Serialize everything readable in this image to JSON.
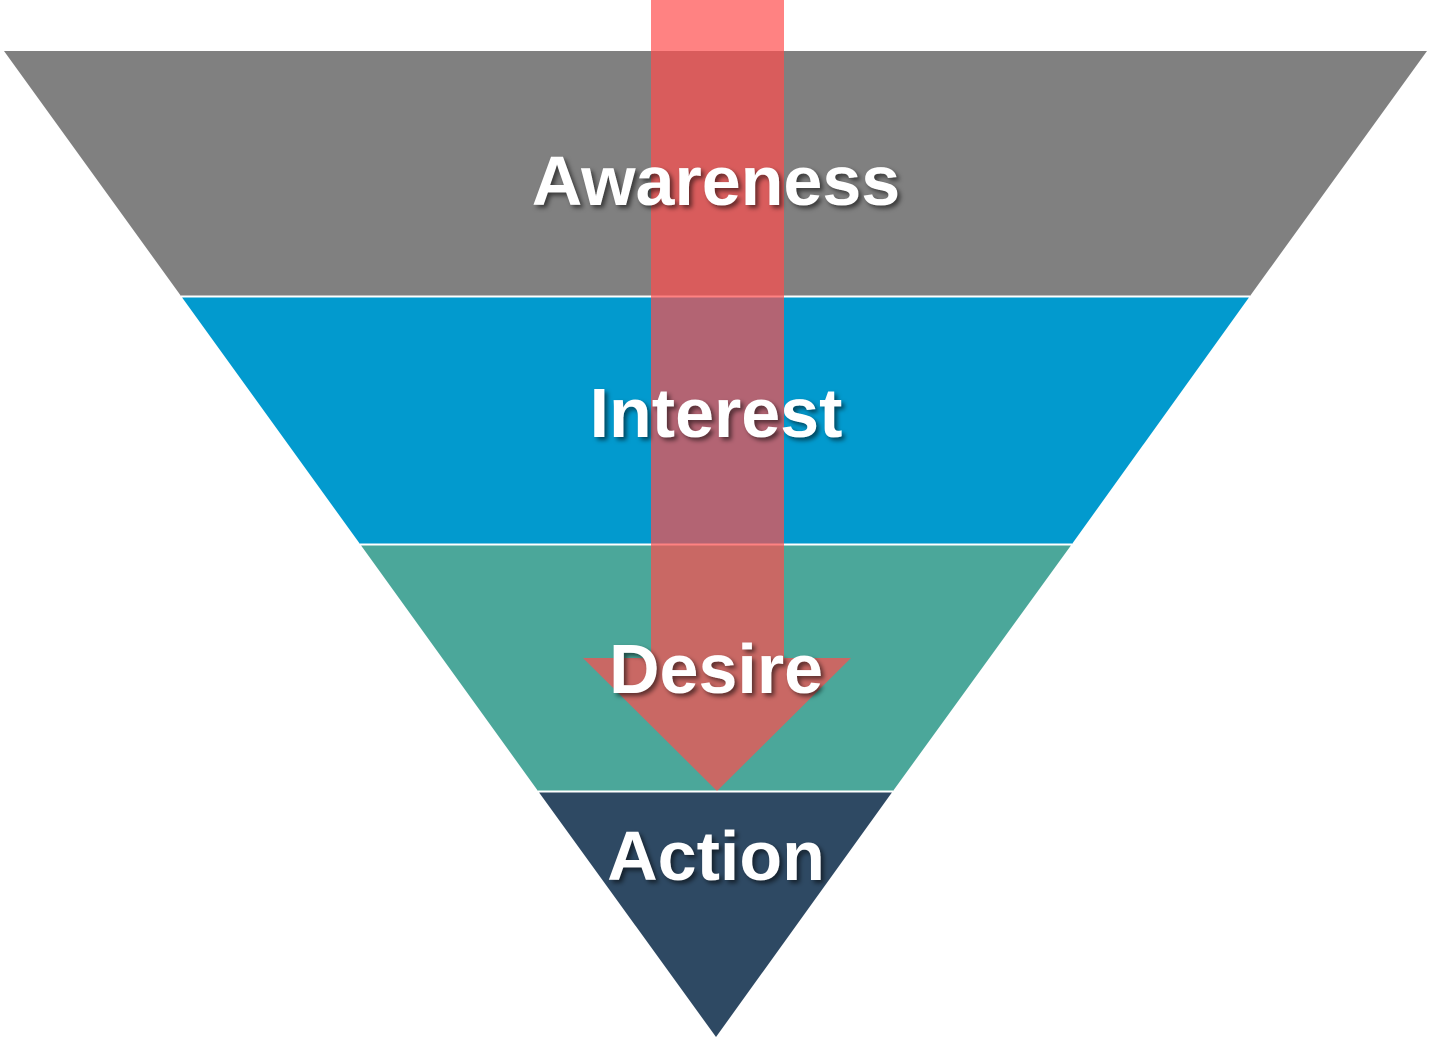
{
  "diagram": {
    "type": "aida-funnel",
    "stages": [
      {
        "label": "Awareness",
        "color": "#808080"
      },
      {
        "label": "Interest",
        "color": "#029ACE"
      },
      {
        "label": "Desire",
        "color": "#4BA79A"
      },
      {
        "label": "Action",
        "color": "#2E4963"
      }
    ],
    "arrow": {
      "direction": "down",
      "color": "#FF4D4D"
    }
  }
}
